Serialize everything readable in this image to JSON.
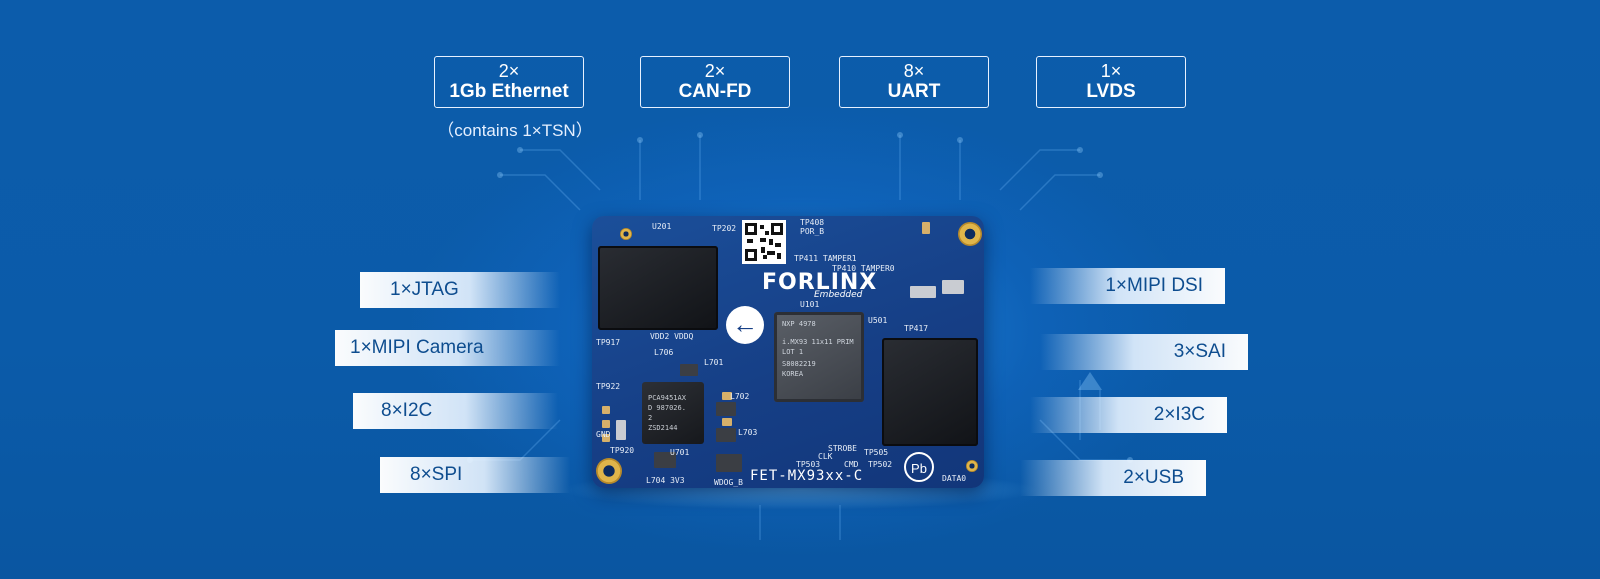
{
  "top_features": [
    {
      "count": "2×",
      "name": "1Gb Ethernet"
    },
    {
      "count": "2×",
      "name": "CAN-FD"
    },
    {
      "count": "8×",
      "name": "UART"
    },
    {
      "count": "1×",
      "name": "LVDS"
    }
  ],
  "top_note": "（contains 1×TSN）",
  "left_features": [
    "1×JTAG",
    "1×MIPI Camera",
    "8×I2C",
    "8×SPI"
  ],
  "right_features": [
    "1×MIPI DSI",
    "3×SAI",
    "2×I3C",
    "2×USB"
  ],
  "board": {
    "brand": "FORLINX",
    "brand_sub": "Embedded",
    "model": "FET-MX93xx-C",
    "soc_lines": [
      "NXP  4978",
      "i.MX93 11x11 PRIM",
      "LOT 1",
      "S8082219",
      "KOREA"
    ],
    "pmic_lines": [
      "PCA9451AX",
      "D 987026.",
      "2",
      "ZSD2144"
    ],
    "silk_u201": "U201",
    "silk_u101": "U101",
    "silk_u501": "U501",
    "silk_tp202": "TP202",
    "silk_tp408": "TP408",
    "silk_por": "POR_B",
    "silk_tp411": "TP411 TAMPER1",
    "silk_tp410": "TP410  TAMPER0",
    "silk_tp417": "TP417",
    "silk_strobe": "STROBE",
    "silk_clk": "CLK",
    "silk_cmd": "CMD",
    "silk_tp503": "TP503",
    "silk_tp502": "TP502",
    "silk_tp505": "TP505",
    "silk_data0": "DATA0",
    "silk_vdd": "VDD2 VDDQ",
    "silk_l706": "L706",
    "silk_l701": "L701",
    "silk_l702": "L702",
    "silk_l703": "L703",
    "silk_l704": "L704 3V3",
    "silk_u701": "U701",
    "silk_wdog": "WDOG_B",
    "silk_tp917": "TP917",
    "silk_tp922": "TP922",
    "silk_gnd": "GND",
    "silk_tp920": "TP920",
    "pb_mark": "Pb"
  },
  "colors": {
    "background": "#0b5aa8",
    "board": "#163f86",
    "label_text": "#0e4d8f"
  },
  "icons": [
    "arrow-left-icon",
    "qr-code-icon",
    "lead-free-icon"
  ]
}
